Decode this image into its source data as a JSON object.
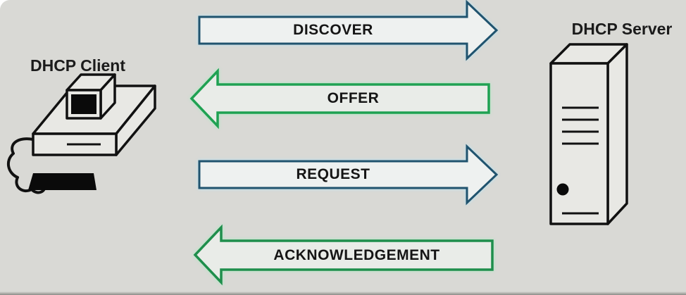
{
  "nodes": {
    "client": {
      "label": "DHCP Client",
      "icon": "desktop-computer-icon"
    },
    "server": {
      "label": "DHCP Server",
      "icon": "server-tower-icon"
    }
  },
  "messages": [
    {
      "label": "DISCOVER",
      "direction": "right",
      "stroke": "#20536e"
    },
    {
      "label": "OFFER",
      "direction": "left",
      "stroke": "#1fa152"
    },
    {
      "label": "REQUEST",
      "direction": "right",
      "stroke": "#20536e"
    },
    {
      "label": "ACKNOWLEDGEMENT",
      "direction": "left",
      "stroke": "#1f8e4c"
    }
  ],
  "colors": {
    "background": "#d9d9d5",
    "blue_arrow_stroke": "#20536e",
    "green_arrow_stroke": "#1fa152",
    "arrow_fill": "#eef1f0",
    "lineart_stroke": "#111111",
    "text": "#151515"
  }
}
